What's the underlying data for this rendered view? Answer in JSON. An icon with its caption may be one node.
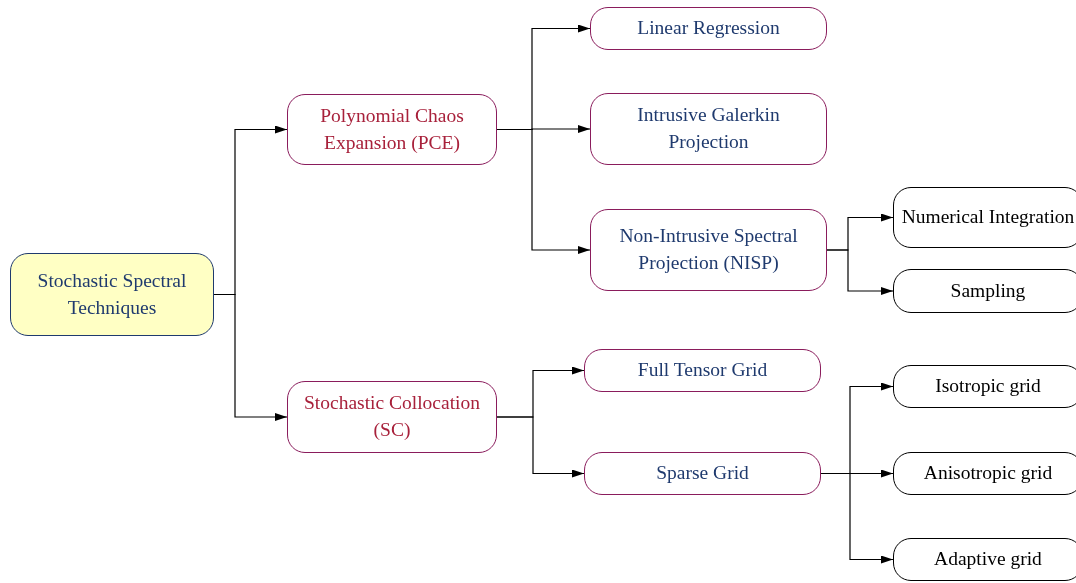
{
  "diagram": {
    "nodes": [
      {
        "text": [
          "Stochastic Spectral Techniques"
        ]
      },
      {
        "text": [
          "Polynomial Chaos Expansion (PCE)"
        ]
      },
      {
        "text": [
          "Stochastic Collocation (SC)"
        ]
      },
      {
        "text": [
          "Linear Regression"
        ]
      },
      {
        "text": [
          "Intrusive Galerkin Projection"
        ]
      },
      {
        "text": [
          "Non-Intrusive Spectral Projection (NISP)"
        ]
      },
      {
        "text": [
          "Numerical Integration"
        ]
      },
      {
        "text": [
          "Sampling"
        ]
      },
      {
        "text": [
          "Full Tensor Grid"
        ]
      },
      {
        "text": [
          "Sparse Grid"
        ]
      },
      {
        "text": [
          "Isotropic grid"
        ]
      },
      {
        "text": [
          "Anisotropic grid"
        ]
      },
      {
        "text": [
          "Adaptive grid"
        ]
      }
    ],
    "edges": [
      {
        "from": 0,
        "to": 1,
        "arrow": "to"
      },
      {
        "from": 0,
        "to": 2,
        "arrow": "to"
      },
      {
        "from": 1,
        "to": 3,
        "arrow": "to"
      },
      {
        "from": 1,
        "to": 4,
        "arrow": "to"
      },
      {
        "from": 1,
        "to": 5,
        "arrow": "to"
      },
      {
        "from": 5,
        "to": 6,
        "arrow": "to"
      },
      {
        "from": 5,
        "to": 7,
        "arrow": "to"
      },
      {
        "from": 2,
        "to": 8,
        "arrow": "to"
      },
      {
        "from": 2,
        "to": 9,
        "arrow": "to"
      },
      {
        "from": 9,
        "to": 10,
        "arrow": "to"
      },
      {
        "from": 9,
        "to": 11,
        "arrow": "to"
      },
      {
        "from": 9,
        "to": 12,
        "arrow": "to"
      }
    ]
  }
}
